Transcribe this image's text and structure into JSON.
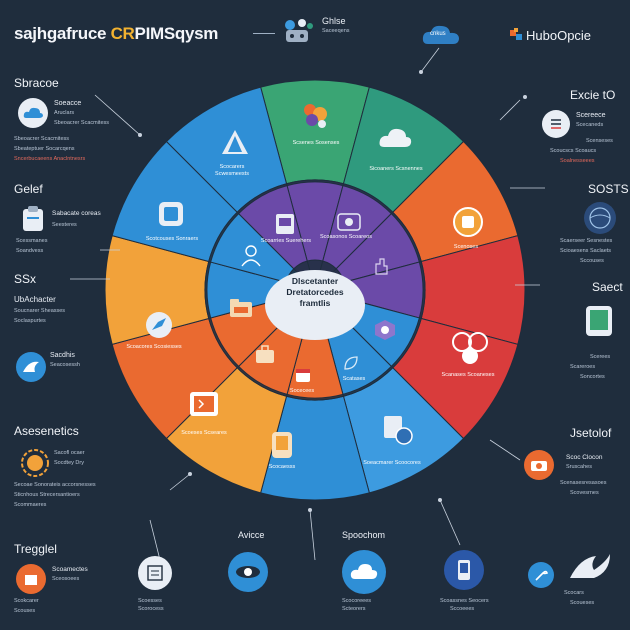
{
  "header": {
    "title_main": "sajhgafruce ",
    "title_accent": "CR",
    "title_rest": "PIMSqysm",
    "top_center_title": "Ghlse",
    "top_center_sub": "Saceeqens",
    "top_cloud_label": "cnkus",
    "top_right_title": "HuboOpcie"
  },
  "center": {
    "line1": "Dlscetanter",
    "line2": "Dretatorcedes",
    "line3": "framtlis"
  },
  "left_side": [
    {
      "heading": "Sbracoe",
      "title": "Soeacce",
      "sub": "Aruclars",
      "lines": [
        "Sbeoacrer Scacmitess",
        "Sbeateptuer Socarcqens",
        "Sncerbucaeens Anaclntnesrs"
      ]
    },
    {
      "heading": "Gelef",
      "title": "Sabacate coreas",
      "sub": "Seesteres",
      "lines": [
        "Scessmanes",
        "Soandvess"
      ]
    },
    {
      "heading": "SSx",
      "title": "UbAchacter",
      "sub": "",
      "lines": [
        "Soucnarer Sheasses",
        "Soclaspurtes"
      ]
    },
    {
      "heading": "",
      "title": "Sacdhis",
      "sub": "Seacosessh",
      "lines": []
    },
    {
      "heading": "Asesenetics",
      "title": "Sacofl ocaer",
      "sub": "Socdtey Dry",
      "lines": [
        "Secoae Sonorateis accorsnesses",
        "Sticnhous Strecersantioers",
        "Scommaeres"
      ]
    },
    {
      "heading": "Tregglel",
      "title": "Scoamectes",
      "sub": "Sceosoees",
      "lines": [
        "Scokcarer",
        "Scouses"
      ]
    }
  ],
  "right_side": [
    {
      "heading": "Excie tO",
      "title": "Scereece",
      "sub": "Scecaneds",
      "lines": [
        "Scenseses",
        "Scoucscs Scoaucs",
        "Soalnesseees"
      ]
    },
    {
      "heading": "SOSTS",
      "title": "",
      "sub": "",
      "lines": [
        "Scaerseer Sesnestes",
        "Scioaesens Saclaets",
        "Sccouses"
      ]
    },
    {
      "heading": "Saect",
      "title": "",
      "sub": "",
      "lines": [
        "Scerees",
        "Scareroes",
        "Soncortes"
      ]
    },
    {
      "heading": "Jsetolof",
      "title": "Scoc Clocon",
      "sub": "Sruscahes",
      "lines": [
        "Scenasesresasoes",
        "Scovesrnes"
      ]
    }
  ],
  "wheel_labels": [
    {
      "text": "Scocarers Scwesmeests"
    },
    {
      "text": "Scsenes Sosenses"
    },
    {
      "text": "Sicoaners Scsnennes"
    },
    {
      "text": "Scotcouses Sonraers"
    },
    {
      "text": "Scoarries Suerehers"
    },
    {
      "text": "Scoasonos Scoareos"
    },
    {
      "text": "Scenoses"
    },
    {
      "text": "Scoacores Scosiesses"
    },
    {
      "text": "Scanases Scoaneses"
    },
    {
      "text": "Scatases"
    },
    {
      "text": "Scoeses Scseares"
    },
    {
      "text": "Socecees"
    },
    {
      "text": "Soeacmarer Scoocores"
    }
  ],
  "bottom": [
    {
      "title": "Avicce",
      "lines": [
        "Scoesses",
        "Scorocess"
      ]
    },
    {
      "title": "Spoochom",
      "lines": [
        "Scocoreees",
        "Scteorers"
      ]
    },
    {
      "title": "",
      "lines": [
        "Scoassnes Seocers",
        "Sccoeees"
      ]
    },
    {
      "title": "",
      "lines": [
        "Scoooeeees",
        "Scocaesss"
      ]
    },
    {
      "title": "",
      "lines": [
        "Scocars",
        "Scoueses"
      ]
    }
  ],
  "colors": {
    "background": "#1f2d3d",
    "blue": "#2f8fd6",
    "teal": "#2f9a7e",
    "green": "#3aa574",
    "orange": "#ea6a30",
    "red": "#d93c3c",
    "yellow": "#f2a23a",
    "lightblue": "#3d9be0",
    "purple": "#6b4aa8",
    "accent": "#f2b230"
  },
  "icons": [
    "triangle-icon",
    "cloud-icon",
    "tablet-icon",
    "person-icon",
    "gear-icon",
    "chat-icon",
    "folder-icon",
    "code-icon",
    "bird-icon",
    "chart-icon",
    "phone-icon",
    "heart-icon"
  ]
}
